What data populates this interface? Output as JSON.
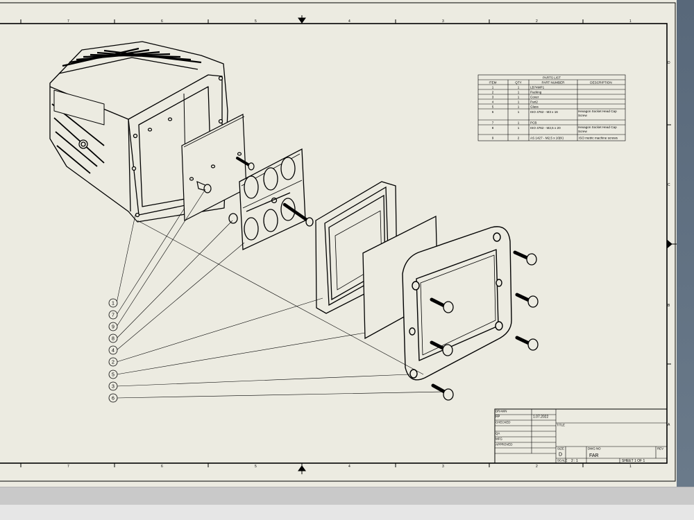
{
  "sheet": {
    "zone_numbers_top": [
      "7",
      "6",
      "5",
      "4",
      "3",
      "2",
      "1"
    ],
    "zone_letters_right": [
      "D",
      "C",
      "B",
      "A"
    ]
  },
  "parts_list": {
    "title": "PARTS LIST",
    "headers": [
      "ITEM",
      "QTY",
      "PART NUMBER",
      "DESCRIPTION"
    ],
    "rows": [
      {
        "item": "1",
        "qty": "1",
        "part": "LB74MP1",
        "desc": ""
      },
      {
        "item": "2",
        "qty": "1",
        "part": "Packing",
        "desc": ""
      },
      {
        "item": "3",
        "qty": "1",
        "part": "Cover",
        "desc": ""
      },
      {
        "item": "4",
        "qty": "1",
        "part": "Part2",
        "desc": ""
      },
      {
        "item": "5",
        "qty": "1",
        "part": "Glass",
        "desc": ""
      },
      {
        "item": "6",
        "qty": "1",
        "part": "ISO 4762 - M3 x 16",
        "desc": "Hexagon Socket Head Cap Screw"
      },
      {
        "item": "7",
        "qty": "1",
        "part": "PCB",
        "desc": ""
      },
      {
        "item": "8",
        "qty": "1",
        "part": "ISO 4762 - M2,5 x 20",
        "desc": "Hexagon Socket Head Cap Screw"
      },
      {
        "item": "9",
        "qty": "2",
        "part": "AS 1427 - M2,5 x 10(K)",
        "desc": "ISO metric machine screws"
      }
    ]
  },
  "balloons": [
    "1",
    "7",
    "9",
    "8",
    "4",
    "2",
    "5",
    "3",
    "6"
  ],
  "title_block": {
    "drawn_label": "DRAWN",
    "drawn_by": "FP",
    "drawn_date": "1.07.2022",
    "checked_label": "CHECKED",
    "qa_label": "QA",
    "mfg_label": "MFG",
    "approved_label": "APPROVED",
    "title_label": "TITLE",
    "size_label": "SIZE",
    "size_value": "D",
    "dwg_label": "DWG NO",
    "dwg_value": "FAR",
    "rev_label": "REV",
    "scale_label": "SCALE",
    "scale_value": "2 : 1",
    "sheet_value": "SHEET 1  OF 1"
  }
}
